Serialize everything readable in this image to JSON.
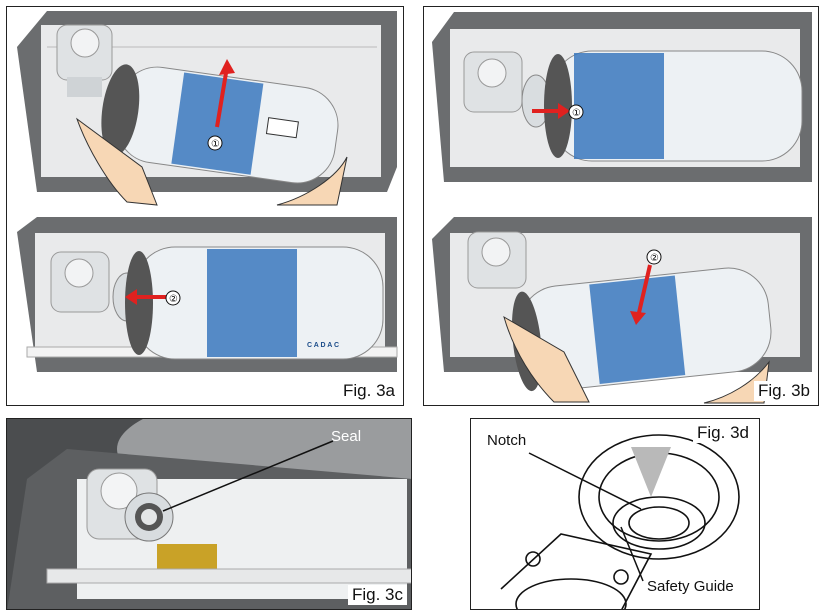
{
  "figures": {
    "fig3a": {
      "label": "Fig. 3a"
    },
    "fig3b": {
      "label": "Fig. 3b"
    },
    "fig3c": {
      "label": "Fig. 3c"
    },
    "fig3d": {
      "label": "Fig. 3d"
    }
  },
  "callouts": {
    "seal": "Seal",
    "notch": "Notch",
    "safety_guide": "Safety Guide"
  },
  "steps": {
    "step1": "①",
    "step2": "②"
  },
  "canister": {
    "brand": "CADAC",
    "lettering": "C A D A C"
  },
  "colors": {
    "arrow": "#e0211f",
    "canister_band": "#3a78bd",
    "housing": "#5d5f61",
    "brass": "#c9a227"
  }
}
